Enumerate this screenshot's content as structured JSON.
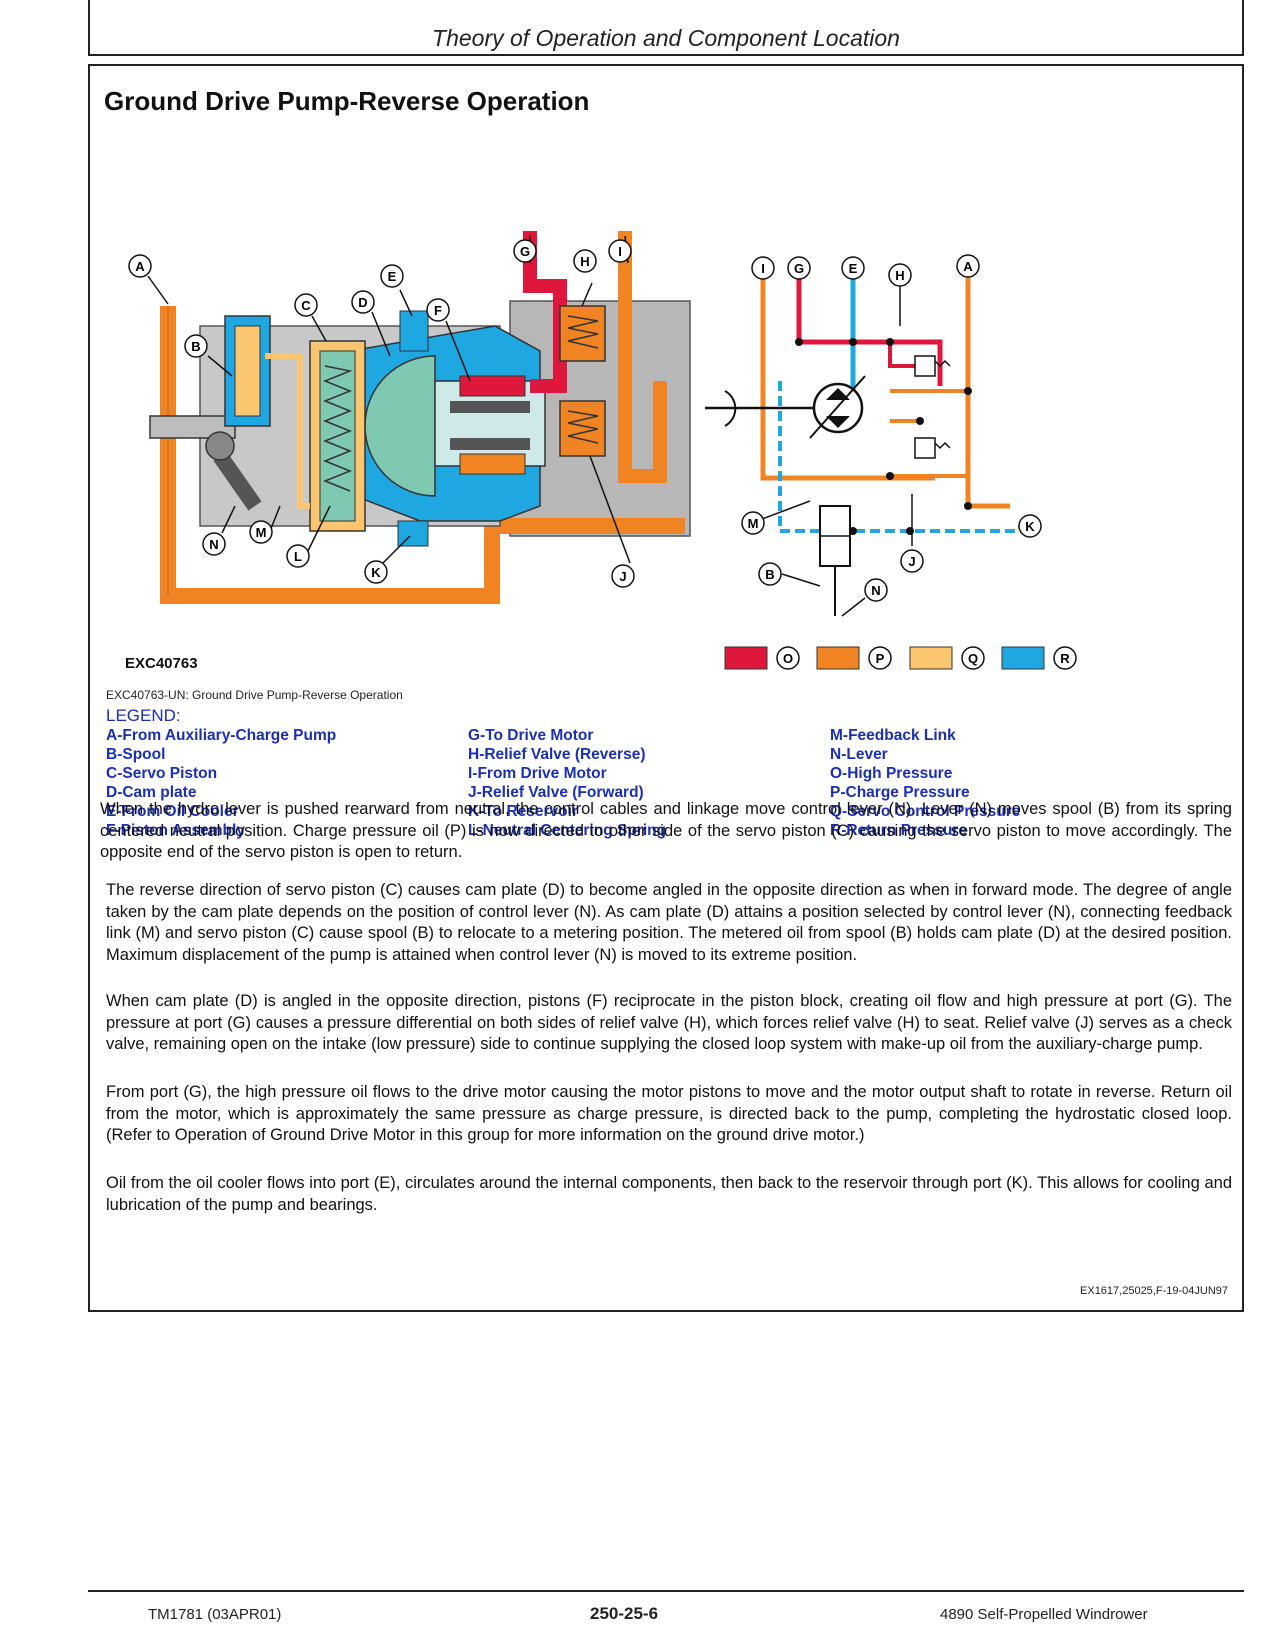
{
  "header": {
    "title": "Theory of Operation and Component Location"
  },
  "section": {
    "title": "Ground Drive Pump-Reverse Operation"
  },
  "figure": {
    "id": "EXC40763",
    "caption": "EXC40763-UN: Ground Drive Pump-Reverse Operation",
    "cutaway_callouts": [
      "A",
      "B",
      "C",
      "D",
      "E",
      "F",
      "G",
      "H",
      "I",
      "J",
      "K",
      "L",
      "M",
      "N"
    ],
    "schematic_callouts": [
      "I",
      "G",
      "E",
      "H",
      "A",
      "M",
      "K",
      "B",
      "N",
      "J"
    ],
    "color_key": [
      {
        "letter": "O",
        "color": "#e0173d"
      },
      {
        "letter": "P",
        "color": "#f08423"
      },
      {
        "letter": "Q",
        "color": "#fbc670"
      },
      {
        "letter": "R",
        "color": "#1ea7e0"
      }
    ]
  },
  "legend": {
    "heading": "LEGEND:",
    "columns": [
      [
        "A-From Auxiliary-Charge Pump",
        "B-Spool",
        "C-Servo Piston",
        "D-Cam plate",
        "E-From Oil Cooler",
        "F-Piston Assembly"
      ],
      [
        "G-To Drive Motor",
        "H-Relief Valve (Reverse)",
        "I-From Drive Motor",
        "J-Relief Valve (Forward)",
        "K-To Reservoir",
        "L-Neutral Centering Spring"
      ],
      [
        "M-Feedback Link",
        "N-Lever",
        "O-High Pressure",
        "P-Charge Pressure",
        "Q-Servo Control Pressure",
        "R-Return Pressure"
      ]
    ]
  },
  "paragraphs": [
    "When the hydro lever is pushed rearward from neutral, the control cables and linkage move control lever (N). Lever (N) moves spool (B) from its spring centered neutral position. Charge pressure oil (P) is now directed to other side of the servo piston (C) causing the servo piston to move accordingly. The opposite end of the servo piston is open to return.",
    "The reverse direction of servo piston (C) causes cam plate (D) to become angled in the opposite direction as when in forward mode. The degree of angle taken by the cam plate depends on the position of control lever (N). As cam plate (D) attains a position selected by control lever (N), connecting feedback link (M) and servo piston (C) cause spool (B) to relocate to a metering position. The metered oil from spool (B) holds cam plate (D) at the desired position. Maximum displacement of the pump is attained when control lever (N) is moved to its extreme position.",
    "When cam plate (D) is angled in the opposite direction, pistons (F) reciprocate in the piston block, creating oil flow and high pressure at port (G). The pressure at port (G) causes a pressure differential on both sides of relief valve (H), which forces relief valve (H) to seat. Relief valve (J) serves as a check valve, remaining open on the intake (low pressure) side to continue supplying the closed loop system with make-up oil from the auxiliary-charge pump.",
    "From port (G), the high pressure oil flows to the drive motor causing the motor pistons to move and the motor output shaft to rotate in reverse. Return oil from the motor, which is approximately the same pressure as charge pressure, is directed back to the pump, completing the hydrostatic closed loop. (Refer to Operation of Ground Drive Motor in this group for more information on the ground drive motor.)",
    "Oil from the oil cooler flows into port (E), circulates around the internal components, then back to the reservoir through port (K). This allows for cooling and lubrication of the pump and bearings."
  ],
  "footnote": "EX1617,25025,F-19-04JUN97",
  "footer": {
    "left": "TM1781 (03APR01)",
    "center": "250-25-6",
    "right": "4890 Self-Propelled Windrower"
  }
}
